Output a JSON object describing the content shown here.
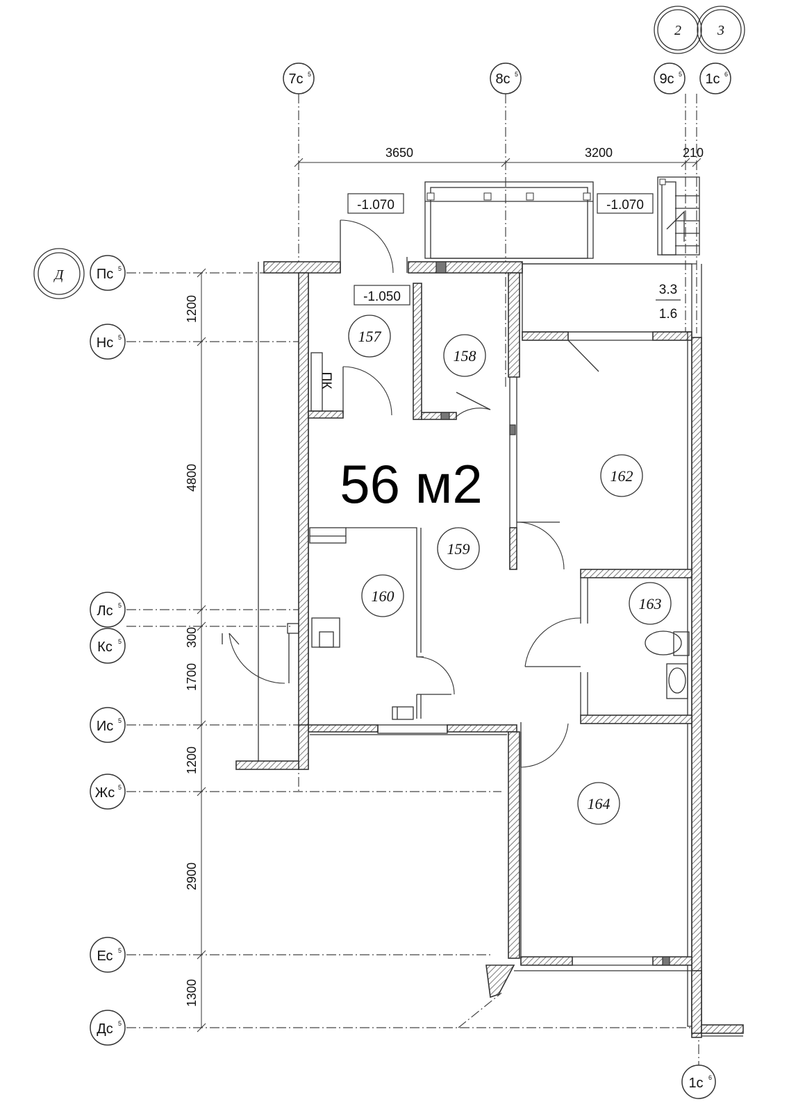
{
  "plan": {
    "area_label": "56 м2",
    "column_axes": [
      {
        "id": "axis-7c",
        "label": "7с",
        "sup": "5"
      },
      {
        "id": "axis-8c",
        "label": "8с",
        "sup": "5"
      },
      {
        "id": "axis-9c",
        "label": "9с",
        "sup": "5"
      },
      {
        "id": "axis-1c-top",
        "label": "1с",
        "sup": "6"
      },
      {
        "id": "axis-1c-bottom",
        "label": "1с",
        "sup": "6"
      }
    ],
    "row_axes": [
      {
        "id": "axis-pc",
        "label": "Пс",
        "sup": "5"
      },
      {
        "id": "axis-nc",
        "label": "Нс",
        "sup": "5"
      },
      {
        "id": "axis-lc",
        "label": "Лс",
        "sup": "5"
      },
      {
        "id": "axis-kc",
        "label": "Кс",
        "sup": "5"
      },
      {
        "id": "axis-ic",
        "label": "Ис",
        "sup": "5"
      },
      {
        "id": "axis-zhc",
        "label": "Жс",
        "sup": "5"
      },
      {
        "id": "axis-ec",
        "label": "Ес",
        "sup": "5"
      },
      {
        "id": "axis-dc",
        "label": "Дс",
        "sup": "5"
      }
    ],
    "section_marks": {
      "top_left": "2",
      "top_right": "3",
      "side": "Д"
    },
    "top_dimensions": [
      "3650",
      "3200",
      "210"
    ],
    "left_dimensions": [
      "1200",
      "4800",
      "300",
      "1700",
      "1200",
      "2900",
      "1300"
    ],
    "levels": [
      "-1.070",
      "-1.070",
      "-1.050"
    ],
    "room_numbers": [
      "157",
      "158",
      "159",
      "160",
      "162",
      "163",
      "164"
    ],
    "balcony_values": [
      "3.3",
      "1.6"
    ],
    "pk_label": "ПК"
  }
}
